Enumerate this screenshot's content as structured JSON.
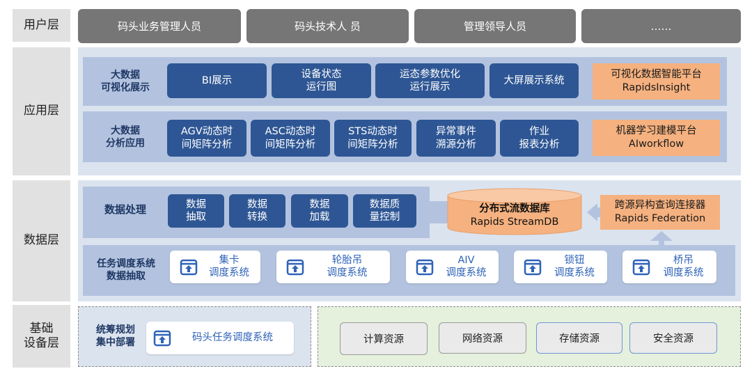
{
  "layers": {
    "user": "用户层",
    "app": "应用层",
    "data": "数据层",
    "infra": "基础\n设备层"
  },
  "user_layer": {
    "items": [
      "码头业务管理人员",
      "码头技术人 员",
      "管理领导人员",
      "……"
    ]
  },
  "app_layer": {
    "viz": {
      "label": "大数据\n可视化展示",
      "items": [
        "BI展示",
        "设备状态\n运行图",
        "运态参数优化\n运行展示",
        "大屏展示系统"
      ],
      "platform": "可视化数据智能平台\nRapidsInsight"
    },
    "analysis": {
      "label": "大数据\n分析应用",
      "items": [
        "AGV动态时\n间矩阵分析",
        "ASC动态时\n间矩阵分析",
        "STS动态时\n间矩阵分析",
        "异常事件\n溯源分析",
        "作业\n报表分析"
      ],
      "platform": "机器学习建模平台\nAIworkflow"
    }
  },
  "data_layer": {
    "processing": {
      "label": "数据处理",
      "items": [
        "数据\n抽取",
        "数据\n转换",
        "数据\n加载",
        "数据质\n量控制"
      ]
    },
    "streamdb": {
      "title": "分布式流数据库",
      "subtitle": "Rapids StreamDB"
    },
    "federation": "跨源异构查询连接器\nRapids Federation",
    "scheduling": {
      "label": "任务调度系统\n数据抽取",
      "items": [
        "集卡\n调度系统",
        "轮胎吊\n调度系统",
        "AIV\n调度系统",
        "锁钮\n调度系统",
        "桥吊\n调度系统"
      ]
    }
  },
  "infra_layer": {
    "left_label": "统筹规划\n集中部署",
    "terminal_system": "码头任务调度系统",
    "resources": [
      "计算资源",
      "网络资源",
      "存储资源",
      "安全资源"
    ]
  },
  "colors": {
    "dark_blue": "#2e5694",
    "orange": "#f5b17f",
    "gray_user": "#767676",
    "light_panel": "#dbe3ef",
    "row_blue": "#b3c3df",
    "icon_blue": "#2e62b8"
  },
  "icons": {
    "app_icon": "upload-window-icon"
  }
}
